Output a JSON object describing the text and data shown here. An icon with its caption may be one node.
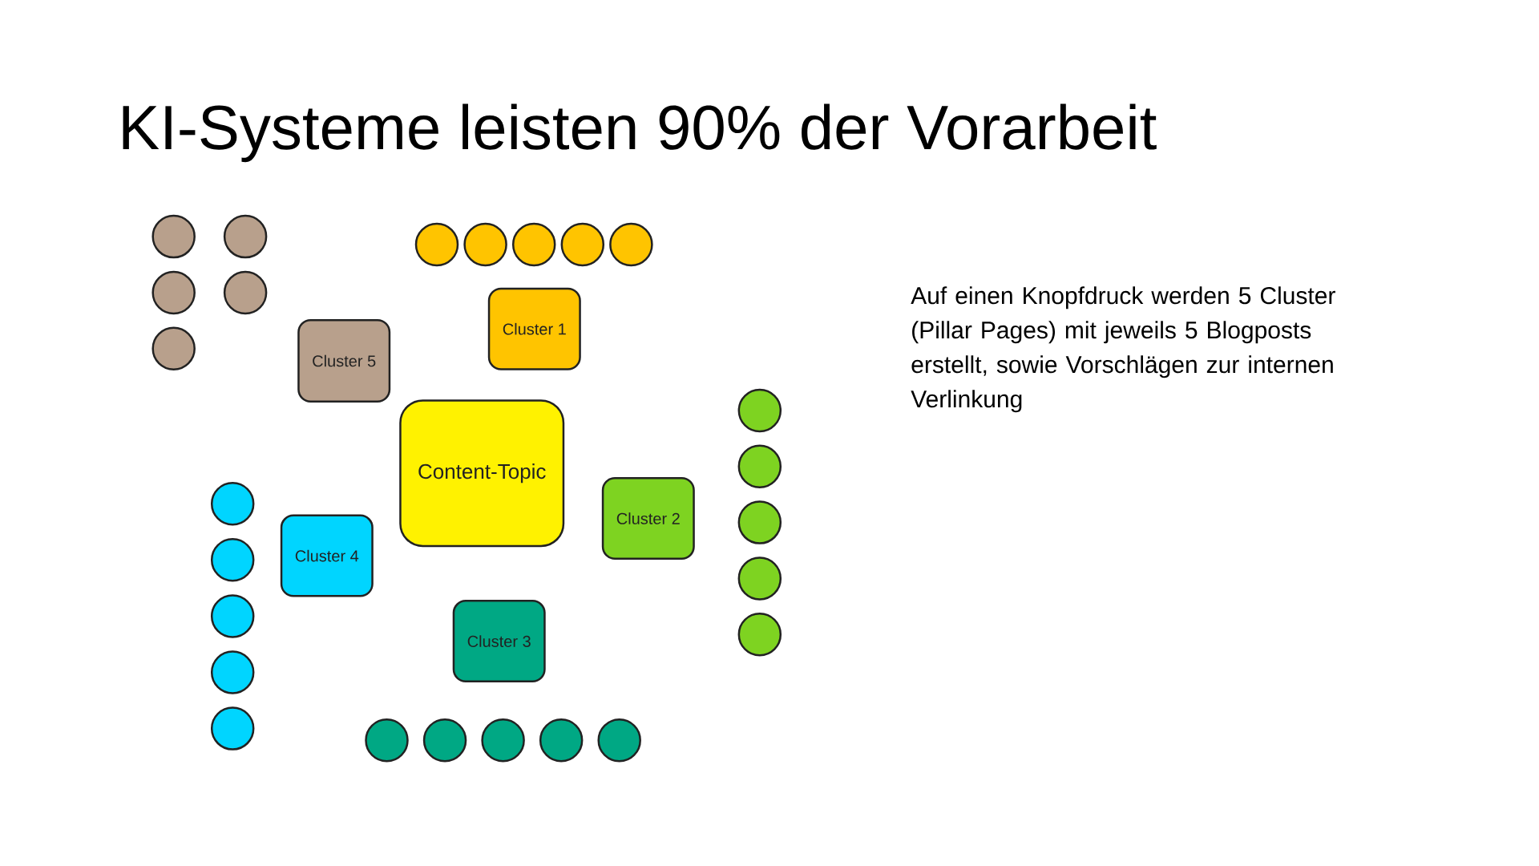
{
  "diagram": {
    "title": "KI-Systeme leisten 90% der Vorarbeit",
    "nodes": [
      {
        "text": [
          "Content-Topic"
        ]
      },
      {
        "text": [
          "Cluster 1"
        ]
      },
      {
        "text": [
          "Cluster 2"
        ]
      },
      {
        "text": [
          "Cluster 3"
        ]
      },
      {
        "text": [
          "Cluster 4"
        ]
      },
      {
        "text": [
          "Cluster 5"
        ]
      },
      {
        "text": [],
        "shape": "circle"
      },
      {
        "text": [],
        "shape": "circle"
      },
      {
        "text": [],
        "shape": "circle"
      },
      {
        "text": [],
        "shape": "circle"
      },
      {
        "text": [],
        "shape": "circle"
      },
      {
        "text": [],
        "shape": "circle"
      },
      {
        "text": [],
        "shape": "circle"
      },
      {
        "text": [],
        "shape": "circle"
      },
      {
        "text": [],
        "shape": "circle"
      },
      {
        "text": [],
        "shape": "circle"
      },
      {
        "text": [],
        "shape": "circle"
      },
      {
        "text": [],
        "shape": "circle"
      },
      {
        "text": [],
        "shape": "circle"
      },
      {
        "text": [],
        "shape": "circle"
      },
      {
        "text": [],
        "shape": "circle"
      },
      {
        "text": [],
        "shape": "circle"
      },
      {
        "text": [],
        "shape": "circle"
      },
      {
        "text": [],
        "shape": "circle"
      },
      {
        "text": [],
        "shape": "circle"
      },
      {
        "text": [],
        "shape": "circle"
      },
      {
        "text": [],
        "shape": "circle"
      },
      {
        "text": [],
        "shape": "circle"
      },
      {
        "text": [],
        "shape": "circle"
      },
      {
        "text": [],
        "shape": "circle"
      },
      {
        "text": [],
        "shape": "circle"
      }
    ],
    "labels": [
      "Auf einen Knopfdruck werden 5 Cluster (Pillar Pages) mit jeweils 5 Blogposts erstellt, sowie Vorschlägen zur internen Verlinkung"
    ]
  }
}
